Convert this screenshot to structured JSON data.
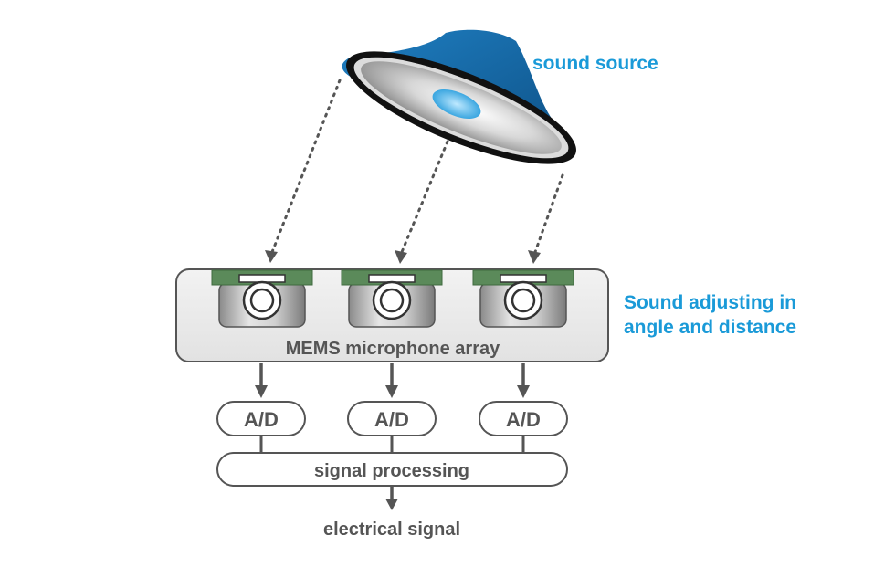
{
  "labels": {
    "sound_source": "sound source",
    "adjust_line1": "Sound adjusting in",
    "adjust_line2": "angle and distance",
    "array": "MEMS microphone array",
    "processing": "signal processing",
    "output": "electrical signal"
  },
  "converters": [
    {
      "label": "A/D"
    },
    {
      "label": "A/D"
    },
    {
      "label": "A/D"
    }
  ],
  "colors": {
    "accent_text": "#1a9ad8",
    "speaker_blue": "#1368a3",
    "pcb_green": "#5b8a5a",
    "label_gray": "#555555"
  }
}
